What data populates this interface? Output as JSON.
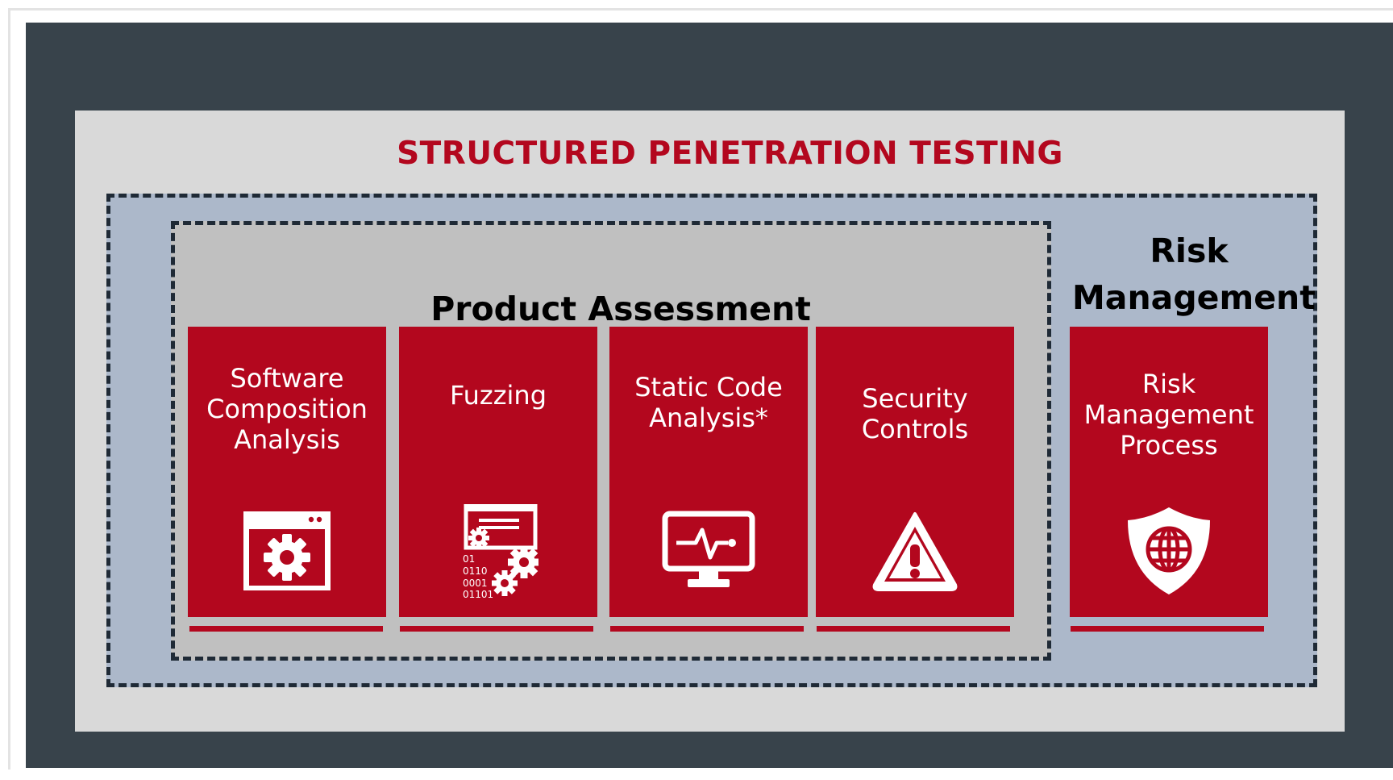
{
  "title": "STRUCTURED PENETRATION TESTING",
  "groups": {
    "product_assessment": {
      "label": "Product Assessment"
    },
    "risk_management": {
      "label": "Risk Management"
    }
  },
  "cards": [
    {
      "label": "Software Composition Analysis",
      "icon": "browser-gear-icon"
    },
    {
      "label": "Fuzzing",
      "icon": "binary-gears-icon"
    },
    {
      "label": "Static Code Analysis*",
      "icon": "monitor-pulse-icon"
    },
    {
      "label": "Security Controls",
      "icon": "warning-triangle-icon"
    },
    {
      "label": "Risk Management Process",
      "icon": "shield-globe-icon"
    }
  ],
  "fuzzing_icon_text": [
    "01",
    "0110",
    "0001",
    "01101"
  ],
  "colors": {
    "accent": "#b3071e",
    "dark_background": "#38434b",
    "light_panel": "#d9d9d9",
    "outer_group": "#acb8ca",
    "inner_group": "#c0c0c0",
    "dashed_border": "#1f2a36"
  }
}
